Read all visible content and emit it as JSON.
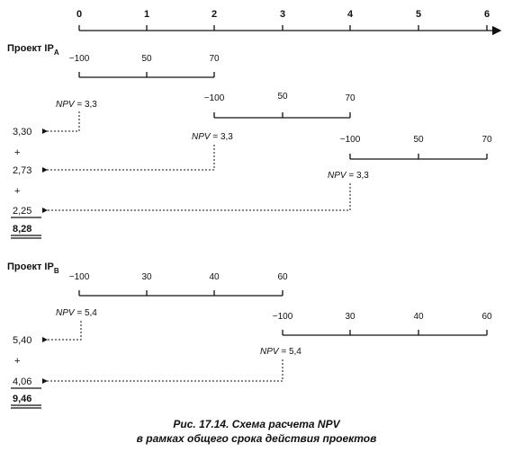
{
  "axis": {
    "ticks": [
      "0",
      "1",
      "2",
      "3",
      "4",
      "5",
      "6"
    ]
  },
  "project_a": {
    "label_main": "Проект IP",
    "label_sub": "A",
    "timelines": [
      {
        "values": [
          "−100",
          "50",
          "70"
        ],
        "npv_label": "NPV",
        "npv_value": " = 3,3"
      },
      {
        "values": [
          "−100",
          "50",
          "70"
        ],
        "npv_label": "NPV",
        "npv_value": " = 3,3"
      },
      {
        "values": [
          "−100",
          "50",
          "70"
        ],
        "npv_label": "NPV",
        "npv_value": " = 3,3"
      }
    ],
    "discounted": [
      "3,30",
      "2,73",
      "2,25"
    ],
    "plus": "+",
    "total": "8,28"
  },
  "project_b": {
    "label_main": "Проект IP",
    "label_sub": "B",
    "timelines": [
      {
        "values": [
          "−100",
          "30",
          "40",
          "60"
        ],
        "npv_label": "NPV",
        "npv_value": " = 5,4"
      },
      {
        "values": [
          "−100",
          "30",
          "40",
          "60"
        ],
        "npv_label": "NPV",
        "npv_value": " = 5,4"
      }
    ],
    "discounted": [
      "5,40",
      "4,06"
    ],
    "plus": "+",
    "total": "9,46"
  },
  "caption": {
    "line1": "Рис. 17.14. Схема расчета NPV",
    "line2": "в рамках общего срока действия проектов"
  }
}
